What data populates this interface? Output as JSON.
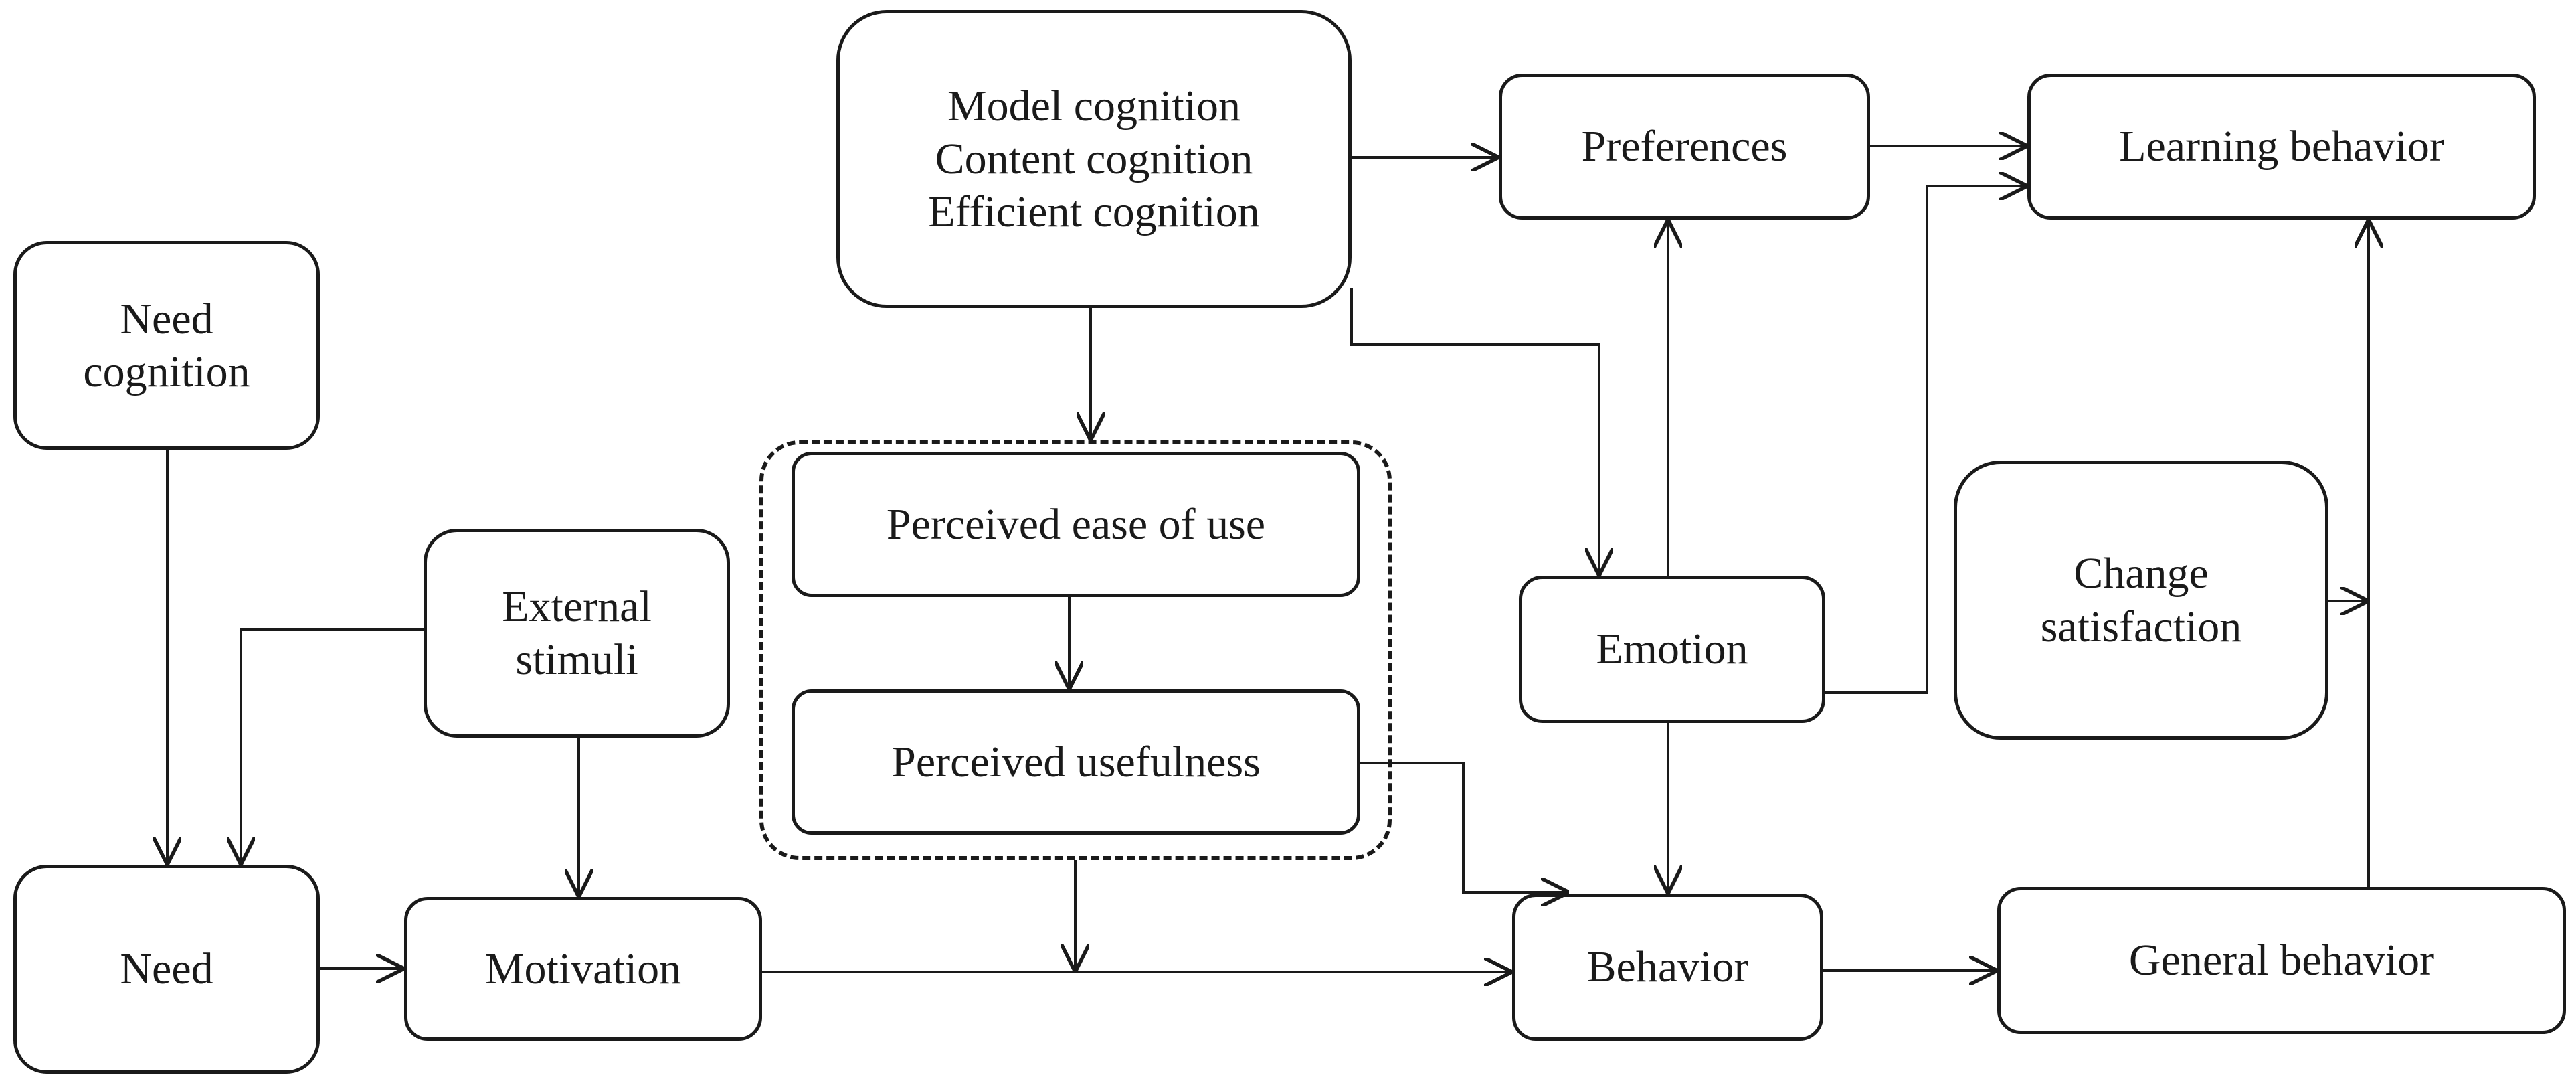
{
  "nodes": {
    "need_cognition": [
      "Need",
      "cognition"
    ],
    "external_stimuli": [
      "External",
      "stimuli"
    ],
    "need": [
      "Need"
    ],
    "motivation": [
      "Motivation"
    ],
    "cognition_types": [
      "Model cognition",
      "Content cognition",
      "Efficient cognition"
    ],
    "perceived_ease_of_use": [
      "Perceived ease of use"
    ],
    "perceived_usefulness": [
      "Perceived usefulness"
    ],
    "preferences": [
      "Preferences"
    ],
    "emotion": [
      "Emotion"
    ],
    "behavior": [
      "Behavior"
    ],
    "learning_behavior": [
      "Learning behavior"
    ],
    "change_satisfaction": [
      "Change",
      "satisfaction"
    ],
    "general_behavior": [
      "General behavior"
    ]
  },
  "colors": {
    "stroke": "#1a1a1a",
    "background": "#ffffff"
  }
}
